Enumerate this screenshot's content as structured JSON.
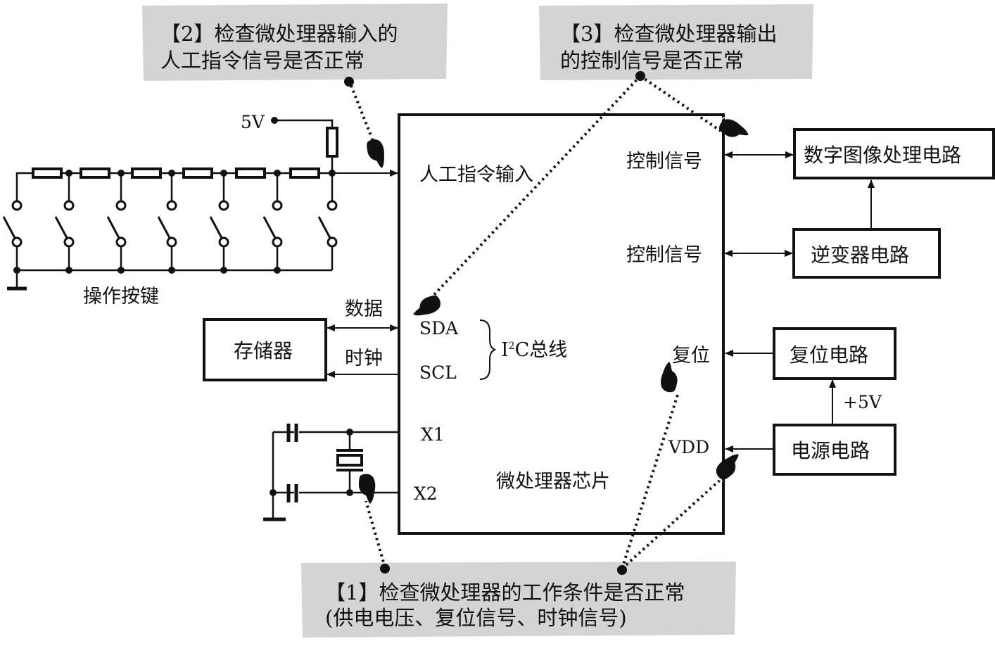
{
  "notes": {
    "note1": {
      "line1": "【1】检查微处理器的工作条件是否正常",
      "line2": "(供电电压、复位信号、时钟信号)"
    },
    "note2": {
      "line1": "【2】检查微处理器输入的",
      "line2": "人工指令信号是否正常"
    },
    "note3": {
      "line1": "【3】检查微处理器输出",
      "line2": "的控制信号是否正常"
    }
  },
  "chip": {
    "title": "微处理器芯片",
    "pins": {
      "manual_input": "人工指令输入",
      "control1": "控制信号",
      "control2": "控制信号",
      "sda": "SDA",
      "scl": "SCL",
      "reset": "复位",
      "vdd": "VDD",
      "x1": "X1",
      "x2": "X2"
    },
    "bus_label_prefix": "I",
    "bus_label_sup": "2",
    "bus_label_suffix": "C总线"
  },
  "keypad": {
    "label": "操作按键",
    "supply": "5V",
    "key_count": 7
  },
  "memory": {
    "label": "存储器",
    "data_label": "数据",
    "clock_label": "时钟"
  },
  "blocks": {
    "digital_image": "数字图像处理电路",
    "inverter": "逆变器电路",
    "reset_circuit": "复位电路",
    "power_circuit": "电源电路",
    "power_rail": "+5V"
  },
  "colors": {
    "note_bg": "#d4d4d4",
    "line": "#111111",
    "paper": "#ffffff"
  }
}
